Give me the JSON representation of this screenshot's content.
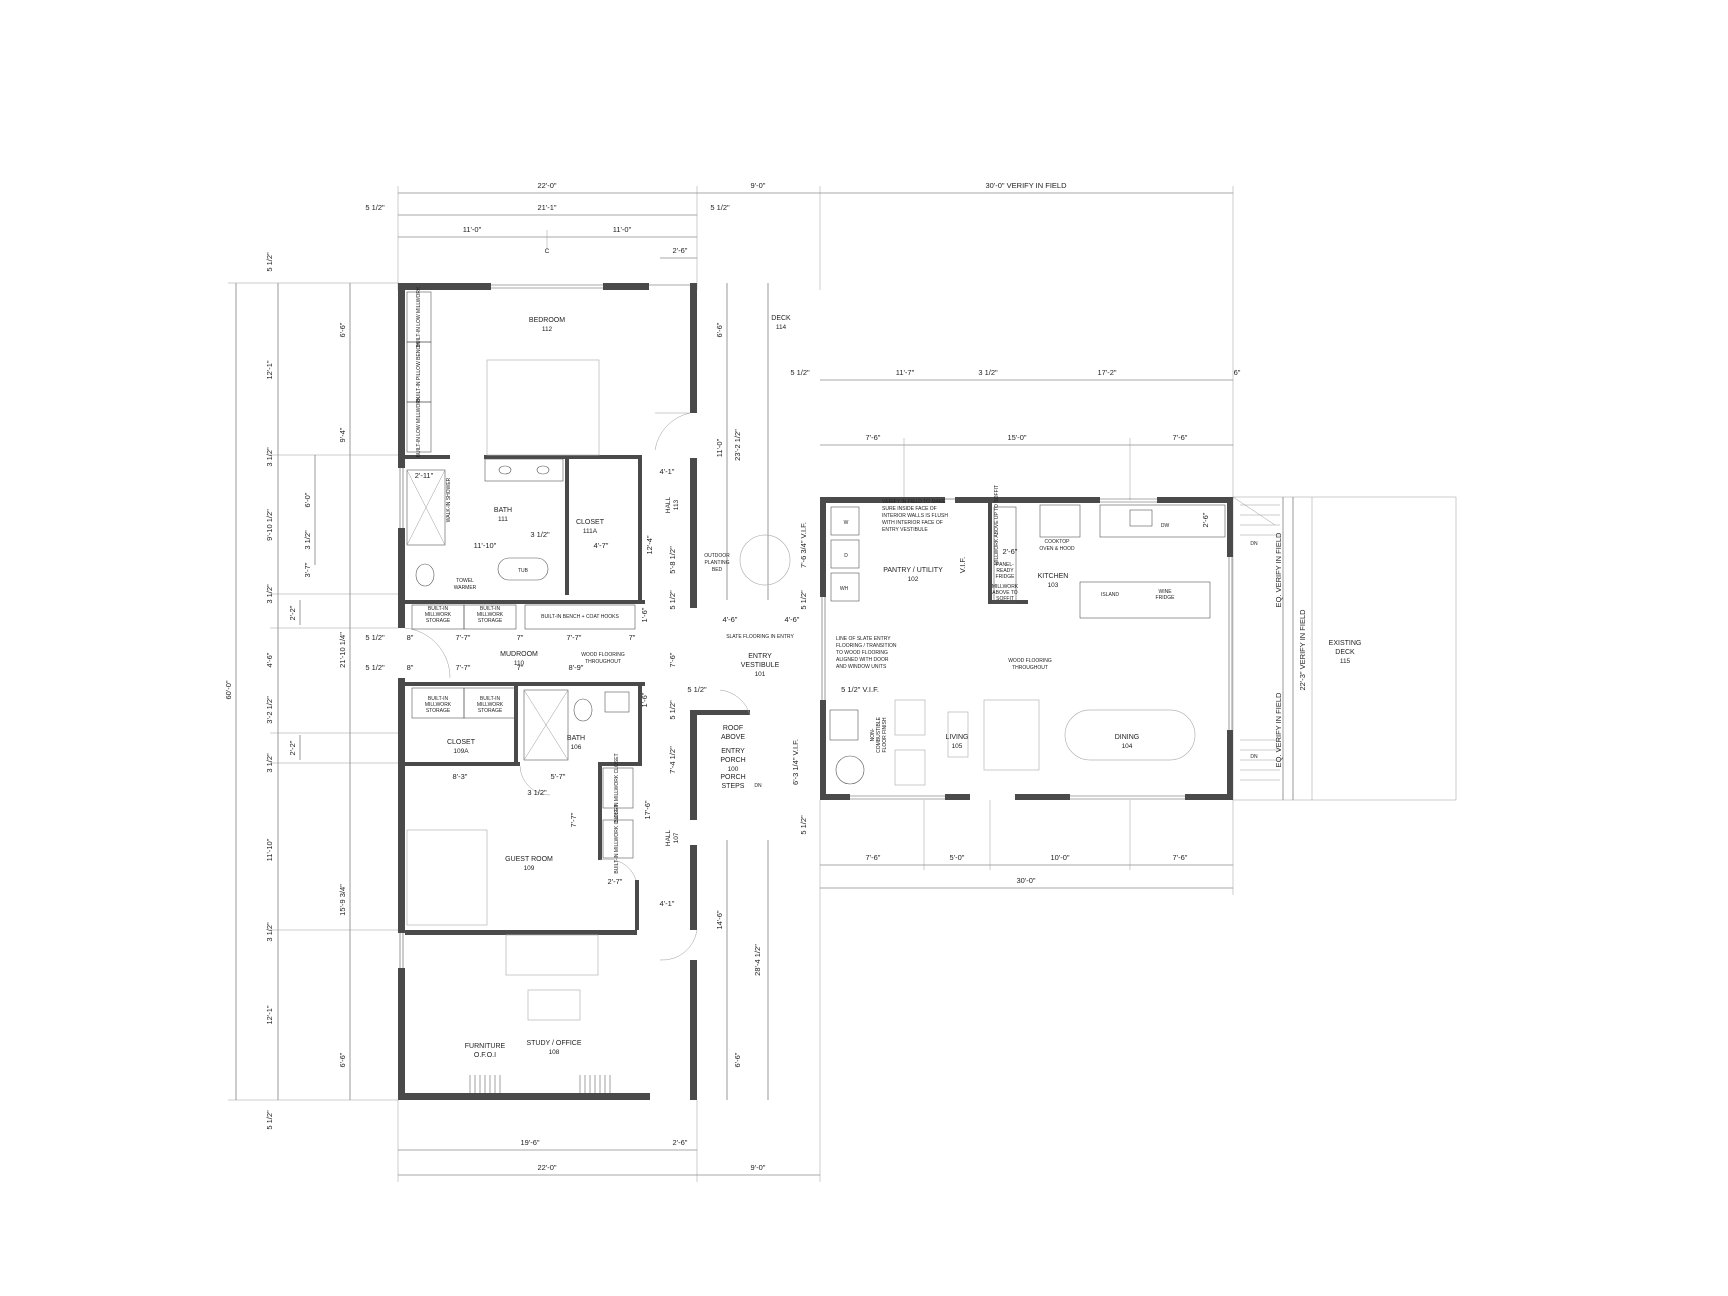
{
  "dimensions_top": {
    "overall_left": "22'-0\"",
    "overall_mid": "9'-0\"",
    "overall_right": "30'-0\"  VERIFY IN FIELD",
    "wall_left": "5 1/2\"",
    "inner_span": "21'-1\"",
    "wall_right": "5 1/2\"",
    "half_a": "11'-0\"",
    "half_b": "11'-0\"",
    "door_offset": "2'-6\""
  },
  "dimensions_right_top": {
    "d1": "5 1/2\"",
    "d2": "11'-7\"",
    "d3": "3 1/2\"",
    "d4": "17'-2\"",
    "d5": "6\"",
    "e1": "7'-6\"",
    "e2": "15'-0\"",
    "e3": "7'-6\""
  },
  "dimensions_left": {
    "d_top": "5 1/2\"",
    "d_12_1a": "12'-1\"",
    "d_3_1_2a": "3 1/2\"",
    "d_9_10": "9'-10 1/2\"",
    "d_3_1_2b": "3 1/2\"",
    "d_4_6": "4'-6\"",
    "d_3_2": "3'-2 1/2\"",
    "d_3_1_2c": "3 1/2\"",
    "d_11_10": "11'-10\"",
    "d_3_1_2d": "3 1/2\"",
    "d_12_1b": "12'-1\"",
    "d_bottom": "5 1/2\"",
    "overall": "60'-0\"",
    "s_6_6a": "6'-6\"",
    "s_9_4": "9'-4\"",
    "s_21_10": "21'-10 1/4\"",
    "s_15_9": "15'-9 3/4\"",
    "s_6_6b": "6'-6\"",
    "t_6_0": "6'-0\"",
    "t_3_1_2": "3 1/2\"",
    "t_3_7": "3'-7\"",
    "t_2_2a": "2'-2\"",
    "t_2_2b": "2'-2\""
  },
  "dimensions_interior": {
    "w_2_11": "2'-11\"",
    "w_11_10": "11'-10\"",
    "w_3_1_2": "3 1/2\"",
    "w_4_7": "4'-7\"",
    "w_12_4": "12'-4\"",
    "w_1_6a": "1'-6\"",
    "w_4_1a": "4'-1\"",
    "w_8a": "8\"",
    "w_7_7a": "7'-7\"",
    "w_7a": "7\"",
    "w_7_7b": "7'-7\"",
    "w_7b": "7\"",
    "w_5_1_2a": "5 1/2\"",
    "w_8b": "8\"",
    "w_7_7c": "7'-7\"",
    "w_7c": "7\"",
    "w_8_9": "8'-9\"",
    "w_5_1_2b": "5 1/2\"",
    "w_8_3": "8'-3\"",
    "w_5_7": "5'-7\"",
    "w_3_1_2b": "3 1/2\"",
    "w_7_7d": "7'-7\"",
    "w_17_6": "17'-6\"",
    "w_1_6b": "1'-6\"",
    "w_2_7": "2'-7\"",
    "w_4_1b": "4'-1\"",
    "hall_6_6": "6'-6\"",
    "hall_11_0": "11'-0\"",
    "hall_23_2": "23'-2 1/2\"",
    "hall_5_8": "5'-8 1/2\"",
    "hall_5_1_2": "5 1/2\"",
    "hall_7_6": "7'-6\"",
    "hall_5_1_2b": "5 1/2\"",
    "hall_7_4": "7'-4 1/2\"",
    "hall_14_6": "14'-6\"",
    "hall_28_4": "28'-4 1/2\"",
    "hall_6_6b": "6'-6\"",
    "ent_4_6a": "4'-6\"",
    "ent_4_6b": "4'-6\"",
    "ent_5_1_2": "5 1/2\"",
    "ent_5_1_2c": "5 1/2\"",
    "ent_7_6": "7'-6 3/4\"  V.I.F.",
    "ent_6_3": "6'-3 1/4\"  V.I.F.",
    "ent_5_1_2d": "5 1/2\"",
    "ent_5_1_2vif": "5 1/2\" V.I.F.",
    "ent_5_1_2e": "5 1/2\"",
    "pantry_vif": "V.I.F.",
    "k_2_6": "2'-6\"",
    "k_2_6b": "2'-6\""
  },
  "dimensions_bottom": {
    "b_19_6": "19'-6\"",
    "b_2_6": "2'-6\"",
    "b_22_0": "22'-0\"",
    "b_9_0": "9'-0\"",
    "r_7_6a": "7'-6\"",
    "r_5_0": "5'-0\"",
    "r_10_0": "10'-0\"",
    "r_7_6b": "7'-6\"",
    "r_30_0": "30'-0\""
  },
  "dimensions_right": {
    "eq1": "EQ.  VERIFY IN FIELD",
    "eq2": "EQ.  VERIFY IN FIELD",
    "overall": "22'-3\"  VERIFY IN FIELD"
  },
  "rooms": {
    "bedroom": {
      "name": "BEDROOM",
      "num": "112"
    },
    "deck": {
      "name": "DECK",
      "num": "114"
    },
    "bath111": {
      "name": "BATH",
      "num": "111"
    },
    "closet111a": {
      "name": "CLOSET",
      "num": "111A"
    },
    "hall113": {
      "name": "HALL",
      "num": "113"
    },
    "mudroom": {
      "name": "MUDROOM",
      "num": "110"
    },
    "entry_vestibule": {
      "name": "ENTRY\nVESTIBULE",
      "line1": "ENTRY",
      "line2": "VESTIBULE",
      "num": "101"
    },
    "pantry": {
      "name": "PANTRY / UTILITY",
      "num": "102"
    },
    "kitchen": {
      "name": "KITCHEN",
      "num": "103"
    },
    "dining": {
      "name": "DINING",
      "num": "104"
    },
    "living": {
      "name": "LIVING",
      "num": "105"
    },
    "bath106": {
      "name": "BATH",
      "num": "106"
    },
    "closet109a": {
      "name": "CLOSET",
      "num": "109A"
    },
    "hall107": {
      "name": "HALL",
      "num": "107"
    },
    "guest": {
      "name": "GUEST ROOM",
      "num": "109"
    },
    "study": {
      "name": "STUDY / OFFICE",
      "num": "108"
    },
    "entry_porch": {
      "line1": "ENTRY",
      "line2": "PORCH",
      "num": "100"
    },
    "existing_deck": {
      "line1": "EXISTING",
      "line2": "DECK",
      "num": "115"
    }
  },
  "labels": {
    "roof_above_1": "ROOF",
    "roof_above_2": "ABOVE",
    "porch_steps_1": "PORCH",
    "porch_steps_2": "STEPS",
    "walk_in_shower": "WALK-IN SHOWER",
    "tub": "TUB",
    "towel_warmer_1": "TOWEL",
    "towel_warmer_2": "WARMER",
    "outdoor_bed_1": "OUTDOOR",
    "outdoor_bed_2": "PLANTING",
    "outdoor_bed_3": "BED",
    "builtin_bench_coat": "BUILT-IN BENCH + COAT HOOKS",
    "builtin_millwork_1": "BUILT-IN",
    "builtin_millwork_2": "MILLWORK",
    "builtin_millwork_3": "STORAGE",
    "wood_flooring_1": "WOOD FLOORING",
    "wood_flooring_2": "THROUGHOUT",
    "slate_flooring": "SLATE FLOORING IN ENTRY",
    "slate_note_1": "LINE OF SLATE ENTRY",
    "slate_note_2": "FLOORING / TRANSITION",
    "slate_note_3": "TO WOOD FLOORING",
    "slate_note_4": "ALIGNED WITH DOOR",
    "slate_note_5": "AND WINDOW UNITS",
    "verify_note_1": "VERIFY IN FIELD TO MAKE",
    "verify_note_2": "SURE INSIDE FACE OF",
    "verify_note_3": "INTERIOR WALLS IS FLUSH",
    "verify_note_4": "WITH INTERIOR FACE OF",
    "verify_note_5": "ENTRY VESTIBULE",
    "cooktop_1": "COOKTOP",
    "cooktop_2": "OVEN & HOOD",
    "panel_fridge_1": "PANEL-",
    "panel_fridge_2": "READY",
    "panel_fridge_3": "FRIDGE",
    "millwork_above_1": "MILLWORK",
    "millwork_above_2": "ABOVE TO",
    "millwork_above_3": "SOFFIT",
    "millwork_soffit_v": "MILLWORK ABOVE UP TO SOFFIT",
    "island": "ISLAND",
    "wine_fridge_1": "WINE",
    "wine_fridge_2": "FRIDGE",
    "dw": "DW",
    "wh": "WH",
    "w": "W",
    "d": "D",
    "dn1": "DN",
    "dn2": "DN",
    "dn3": "DN",
    "non_combustible_1": "NON-",
    "non_combustible_2": "COMBUSTIBLE",
    "non_combustible_3": "FLOOR FINISH",
    "furniture_1": "FURNITURE",
    "furniture_2": "O.F.O.I",
    "bed_millwork_top": "BUILT-IN LOW MILLWORK",
    "bed_pillow_bench": "BUILT-IN PILLOW BENCH",
    "bed_millwork_bot": "BUILT-IN LOW MILLWORK",
    "guest_closet_a": "BUILT-IN MILLWORK CLOSET",
    "guest_closet_b": "BUILT-IN MILLWORK CLOSET",
    "centerline": "C"
  }
}
